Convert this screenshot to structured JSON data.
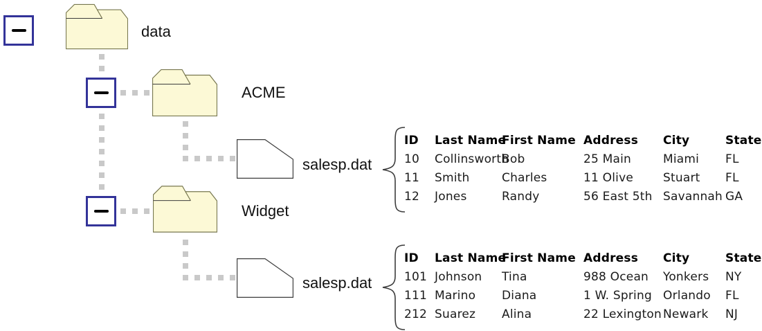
{
  "diagram_type": "directory-tree-with-file-contents",
  "tree": {
    "root": {
      "label": "data"
    },
    "children": [
      {
        "label": "ACME",
        "file_label": "salesp.dat"
      },
      {
        "label": "Widget",
        "file_label": "salesp.dat"
      }
    ]
  },
  "tables": [
    {
      "headers": [
        "ID",
        "Last Name",
        "First Name",
        "Address",
        "City",
        "State"
      ],
      "rows": [
        [
          "10",
          "Collinsworth",
          "Bob",
          "25 Main",
          "Miami",
          "FL"
        ],
        [
          "11",
          "Smith",
          "Charles",
          "11 Olive",
          "Stuart",
          "FL"
        ],
        [
          "12",
          "Jones",
          "Randy",
          "56 East 5th",
          "Savannah",
          "GA"
        ]
      ]
    },
    {
      "headers": [
        "ID",
        "Last Name",
        "First Name",
        "Address",
        "City",
        "State"
      ],
      "rows": [
        [
          "101",
          "Johnson",
          "Tina",
          "988 Ocean",
          "Yonkers",
          "NY"
        ],
        [
          "111",
          "Marino",
          "Diana",
          "1 W. Spring",
          "Orlando",
          "FL"
        ],
        [
          "212",
          "Suarez",
          "Alina",
          "22 Lexington",
          "Newark",
          "NJ"
        ]
      ]
    }
  ],
  "icons": {
    "collapse": "minus-icon",
    "folder": "folder-icon",
    "file": "file-icon",
    "brace": "curly-brace"
  },
  "colors": {
    "folder_fill": "#FCF9D6",
    "folder_border": "#77774F",
    "expander_border": "#333399",
    "dot_connector": "#C9C9C9",
    "file_border": "#3C3C3C",
    "text": "#111111"
  }
}
